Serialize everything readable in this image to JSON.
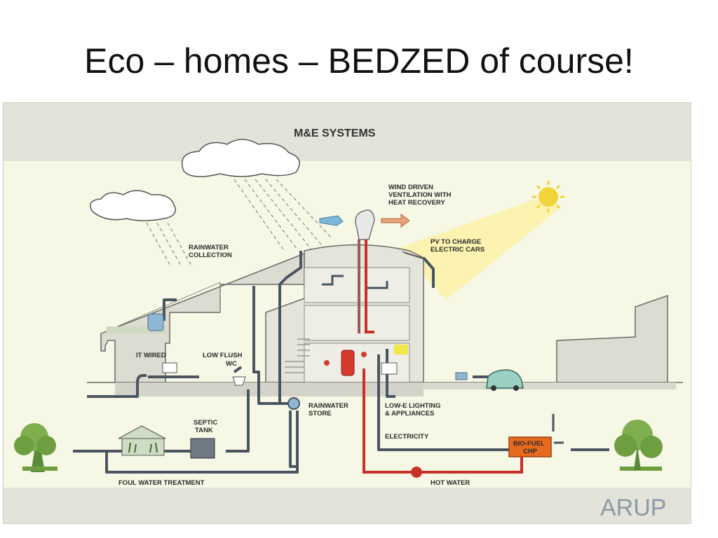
{
  "slide": {
    "title": "Eco – homes – BEDZED of course!"
  },
  "diagram": {
    "heading": "M&E SYSTEMS",
    "labels": {
      "wind": [
        "WIND DRIVEN",
        "VENTILATION WITH",
        "HEAT RECOVERY"
      ],
      "pv": [
        "PV TO CHARGE",
        "ELECTRIC CARS"
      ],
      "rainwater_collection": [
        "RAINWATER",
        "COLLECTION"
      ],
      "it_wired": "IT WIRED",
      "low_flush": [
        "LOW FLUSH",
        "WC"
      ],
      "rainwater_store": [
        "RAINWATER",
        "STORE"
      ],
      "low_e": [
        "LOW-E LIGHTING",
        "& APPLIANCES"
      ],
      "septic": [
        "SEPTIC",
        "TANK"
      ],
      "electricity": "ELECTRICITY",
      "biofuel": [
        "BIO-FUEL",
        "CHP"
      ],
      "foul_water": "FOUL WATER TREATMENT",
      "hot_water": "HOT WATER"
    },
    "logo": "ARUP",
    "colors": {
      "background": "#f7f7e6",
      "band": "#e3e3da",
      "pipe": "#4a5560",
      "hot": "#c8312a",
      "sun": "#f2d43a",
      "chp": "#e86a1f"
    }
  }
}
